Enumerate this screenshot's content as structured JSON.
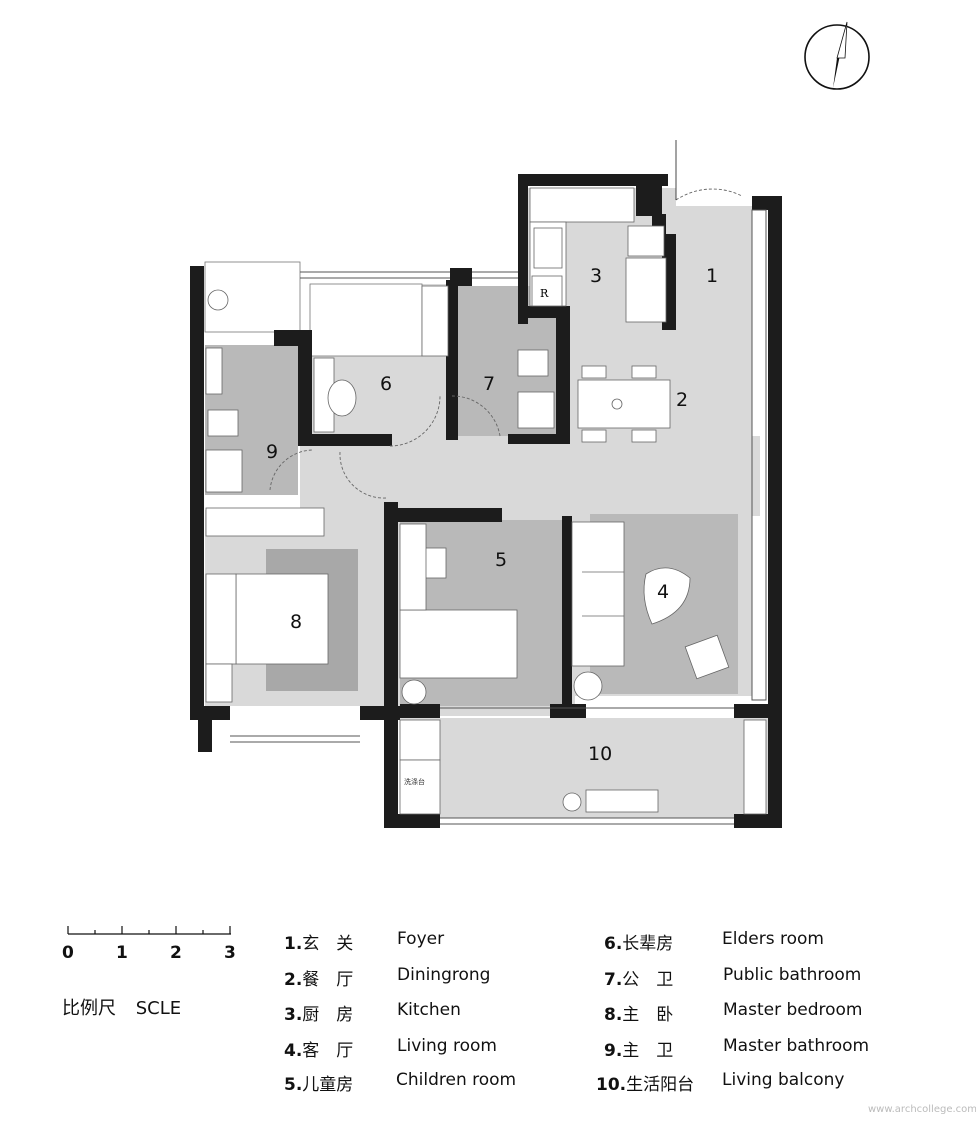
{
  "rooms": [
    {
      "num": "1",
      "label": "1"
    },
    {
      "num": "2",
      "label": "2"
    },
    {
      "num": "3",
      "label": "3"
    },
    {
      "num": "4",
      "label": "4"
    },
    {
      "num": "5",
      "label": "5"
    },
    {
      "num": "6",
      "label": "6"
    },
    {
      "num": "7",
      "label": "7"
    },
    {
      "num": "8",
      "label": "8"
    },
    {
      "num": "9",
      "label": "9"
    },
    {
      "num": "10",
      "label": "10"
    }
  ],
  "fixtures": {
    "fridge_label": "R",
    "basin_label": "洗涤台"
  },
  "scale": {
    "ticks": [
      "0",
      "1",
      "2",
      "3"
    ],
    "title": "比例尺",
    "title_en": "SCLE"
  },
  "legend": [
    {
      "num": "1.",
      "zh": "玄　关",
      "en": "Foyer"
    },
    {
      "num": "2.",
      "zh": "餐　厅",
      "en": "Diningrong"
    },
    {
      "num": "3.",
      "zh": "厨　房",
      "en": "Kitchen"
    },
    {
      "num": "4.",
      "zh": "客　厅",
      "en": "Living room"
    },
    {
      "num": "5.",
      "zh": "儿童房",
      "en": "Children room"
    },
    {
      "num": "6.",
      "zh": "长辈房",
      "en": "Elders room"
    },
    {
      "num": "7.",
      "zh": "公　卫",
      "en": "Public bathroom"
    },
    {
      "num": "8.",
      "zh": "主　卧",
      "en": "Master bedroom"
    },
    {
      "num": "9.",
      "zh": "主　卫",
      "en": "Master bathroom"
    },
    {
      "num": "10.",
      "zh": "生活阳台",
      "en": "Living balcony"
    }
  ],
  "watermark": "www.archcollege.com",
  "colors": {
    "wall": "#1c1c1c",
    "floor_light": "#d8d8d8",
    "floor_mid": "#b9b9b9",
    "rug": "#a8a8a8",
    "white": "#ffffff",
    "line": "#555555"
  }
}
